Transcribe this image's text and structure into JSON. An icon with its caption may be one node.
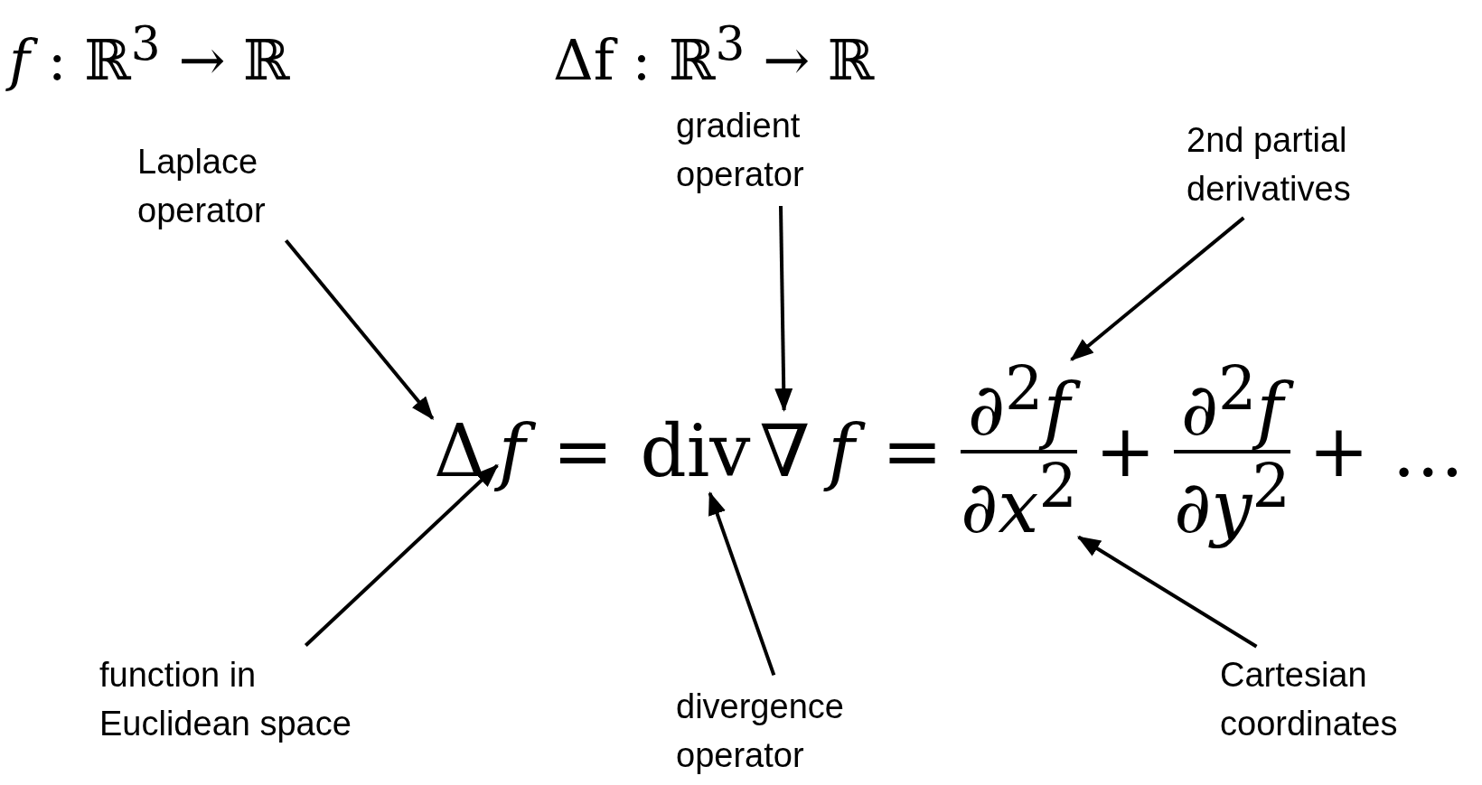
{
  "diagram": {
    "nodes": [
      {
        "text": [
          "Laplace operator"
        ]
      },
      {
        "text": [
          "gradient operator"
        ]
      },
      {
        "text": [
          "2nd partial derivatives"
        ]
      },
      {
        "text": [
          "function in Euclidean space"
        ]
      },
      {
        "text": [
          "divergence operator"
        ]
      },
      {
        "text": [
          "Cartesian coordinates"
        ]
      },
      {
        "text": [
          "Δ"
        ]
      },
      {
        "text": [
          "f"
        ]
      },
      {
        "text": [
          "div"
        ]
      },
      {
        "text": [
          "∇"
        ]
      },
      {
        "text": [
          "∂$^{2}$*f*"
        ]
      },
      {
        "text": [
          "∂*x*$^{2}$"
        ]
      }
    ],
    "edges": [
      {
        "from": 0,
        "to": 6,
        "arrow": "to"
      },
      {
        "from": 1,
        "to": 9,
        "arrow": "to"
      },
      {
        "from": 2,
        "to": 10,
        "arrow": "to"
      },
      {
        "from": 3,
        "to": 7,
        "arrow": "to"
      },
      {
        "from": 4,
        "to": 8,
        "arrow": "to"
      },
      {
        "from": 5,
        "to": 11,
        "arrow": "to"
      }
    ],
    "labels": [
      "*f* : ℝ$^{3}$ → ℝ",
      "Δf : ℝ$^{3}$ → ℝ",
      "=",
      "f",
      "=",
      "+",
      "∂$^{2}$*f*",
      "∂*y*$^{2}$",
      "+ …"
    ]
  }
}
